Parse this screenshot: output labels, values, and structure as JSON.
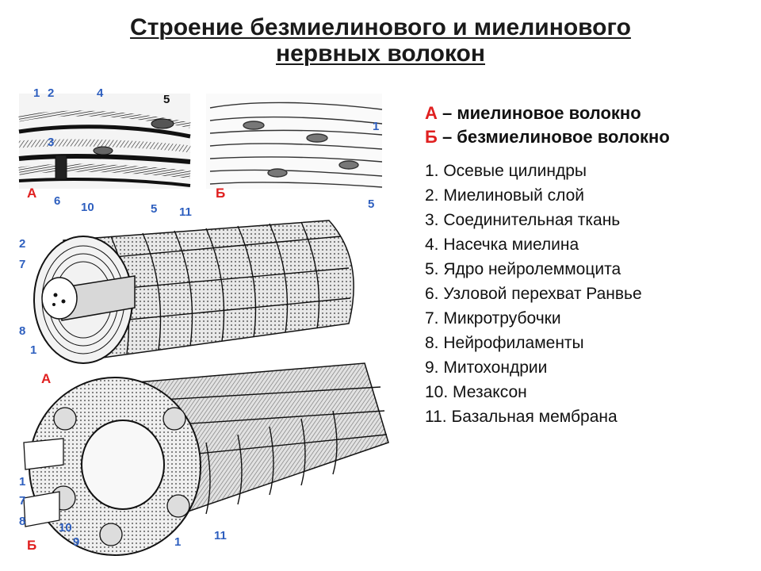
{
  "title": {
    "line1": "Строение безмиелинового и миелинового",
    "line2": "нервных волокон"
  },
  "legend": {
    "a_key": "А",
    "a_text": "– миелиновое волокно",
    "b_key": "Б",
    "b_text": "– безмиелиновое волокно",
    "items": [
      "1. Осевые цилиндры",
      "2. Миелиновый слой",
      "3. Соединительная ткань",
      "4. Насечка миелина",
      "5. Ядро нейролеммоцита",
      "6. Узловой перехват Ранвье",
      "7. Микротрубочки",
      "8. Нейрофиламенты",
      "9. Митохондрии",
      "10. Мезаксон",
      "11. Базальная мембрана"
    ]
  },
  "figure_labels": {
    "top_a": {
      "n1": "1",
      "n2": "2",
      "n4": "4",
      "n5": "5",
      "n3": "3",
      "n6": "6",
      "panel": "А"
    },
    "top_b": {
      "n1": "1",
      "n5": "5",
      "panel": "Б"
    },
    "big_a": {
      "n10": "10",
      "n5": "5",
      "n11": "11",
      "n2": "2",
      "n7": "7",
      "n8": "8",
      "n1": "1",
      "panel": "А"
    },
    "big_b": {
      "n1": "1",
      "n7": "7",
      "n8": "8",
      "n10": "10",
      "n9": "9",
      "n1b": "1",
      "n11": "11",
      "panel": "Б"
    }
  },
  "colors": {
    "label_blue": "#2e5fbf",
    "key_red": "#e02020",
    "ink": "#1a1a1a"
  }
}
